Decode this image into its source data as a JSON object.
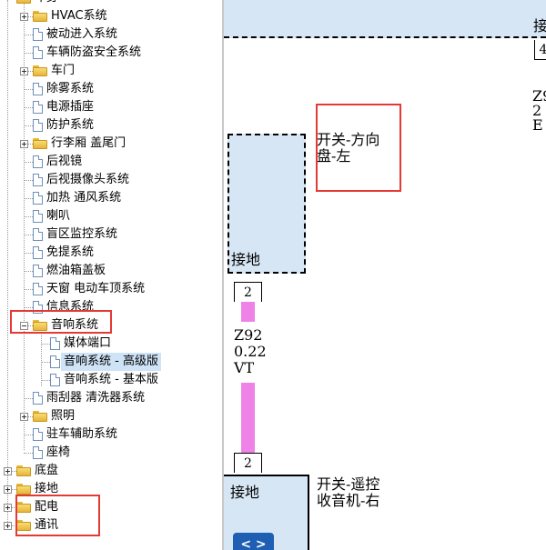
{
  "tree": {
    "top_partial": "车身",
    "items": [
      {
        "label": "HVAC系统",
        "kind": "folder",
        "expander": "plus"
      },
      {
        "label": "被动进入系统",
        "kind": "doc"
      },
      {
        "label": "车辆防盗安全系统",
        "kind": "doc"
      },
      {
        "label": "车门",
        "kind": "folder",
        "expander": "plus"
      },
      {
        "label": "除雾系统",
        "kind": "doc"
      },
      {
        "label": "电源插座",
        "kind": "doc"
      },
      {
        "label": "防护系统",
        "kind": "doc"
      },
      {
        "label": "行李厢 盖尾门",
        "kind": "folder",
        "expander": "plus"
      },
      {
        "label": "后视镜",
        "kind": "doc"
      },
      {
        "label": "后视摄像头系统",
        "kind": "doc"
      },
      {
        "label": "加热 通风系统",
        "kind": "doc"
      },
      {
        "label": "喇叭",
        "kind": "doc"
      },
      {
        "label": "盲区监控系统",
        "kind": "doc"
      },
      {
        "label": "免提系统",
        "kind": "doc"
      },
      {
        "label": "燃油箱盖板",
        "kind": "doc"
      },
      {
        "label": "天窗 电动车顶系统",
        "kind": "doc"
      },
      {
        "label": "信息系统",
        "kind": "doc"
      },
      {
        "label": "音响系统",
        "kind": "folder",
        "expander": "minus"
      },
      {
        "label": "媒体端口",
        "kind": "doc"
      },
      {
        "label": "音响系统 - 高级版",
        "kind": "doc",
        "selected": true
      },
      {
        "label": "音响系统 - 基本版",
        "kind": "doc"
      },
      {
        "label": "雨刮器 清洗器系统",
        "kind": "doc"
      },
      {
        "label": "照明",
        "kind": "folder",
        "expander": "plus"
      },
      {
        "label": "驻车辅助系统",
        "kind": "doc"
      },
      {
        "label": "座椅",
        "kind": "doc"
      },
      {
        "label": "底盘",
        "kind": "folder",
        "expander": "plus"
      },
      {
        "label": "接地",
        "kind": "folder",
        "expander": "plus"
      },
      {
        "label": "配电",
        "kind": "folder",
        "expander": "plus"
      },
      {
        "label": "通讯",
        "kind": "folder",
        "expander": "plus"
      }
    ]
  },
  "diagram": {
    "top_block_label": "接",
    "right_connector_label": "4",
    "right_wire_code": [
      "Z9",
      "2",
      "E"
    ],
    "switch_steering_left": [
      "开关-方向",
      "盘-左"
    ],
    "ground_label_1": "接地",
    "pin_top": "2",
    "wire_code": [
      "Z92",
      "0.22",
      "VT"
    ],
    "pin_bottom": "2",
    "ground_label_2": "接地",
    "switch_remote_radio_right": [
      "开关-遥控",
      "收音机-右"
    ],
    "nav_button": "< >"
  },
  "colors": {
    "selection": "#cfe3f7",
    "highlight_box": "#e53935",
    "block_fill": "#d6e6f4",
    "wire_violet": "#ee82e6",
    "nav_button": "#1e5fb3"
  }
}
